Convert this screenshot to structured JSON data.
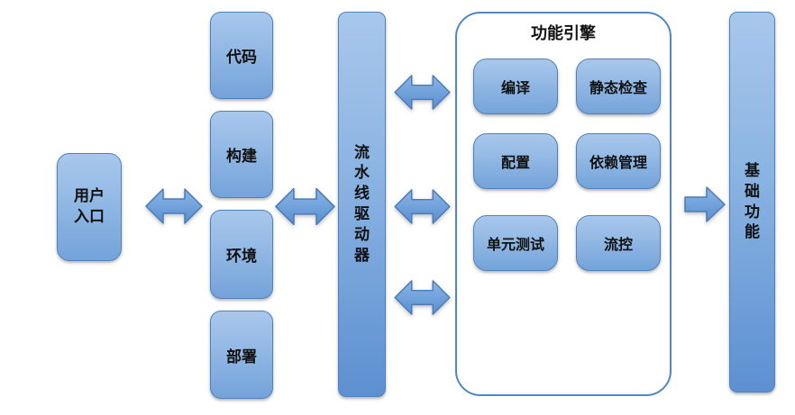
{
  "diagram": {
    "nodes": {
      "user_entry": {
        "label": "用户\n入口"
      },
      "stages": [
        "代码",
        "构建",
        "环境",
        "部署"
      ],
      "pipeline_driver": {
        "label": "流水线驱动器"
      },
      "engine": {
        "title": "功能引擎",
        "items": [
          "编译",
          "静态检查",
          "配置",
          "依赖管理",
          "单元测试",
          "流控"
        ]
      },
      "basic_functions": {
        "label": "基础功能"
      }
    },
    "connectors": {
      "user_to_stages": "double-arrow",
      "stages_to_pipeline": "double-arrow",
      "pipeline_to_engine_top": "double-arrow",
      "pipeline_to_engine_middle": "double-arrow",
      "pipeline_to_engine_bottom": "double-arrow",
      "engine_to_basic": "right-arrow"
    },
    "colors": {
      "box_fill_top": "#a8c7ec",
      "box_fill_bottom": "#74a3da",
      "tall_bar_bottom": "#5d90d2",
      "box_border": "#4f81bd",
      "container_border": "#4f86c6",
      "arrow_fill_top": "#8ab6e6",
      "arrow_fill_bottom": "#5a8ed0",
      "arrow_border": "#4a7cba",
      "text": "#111111",
      "background": "#ffffff"
    }
  }
}
